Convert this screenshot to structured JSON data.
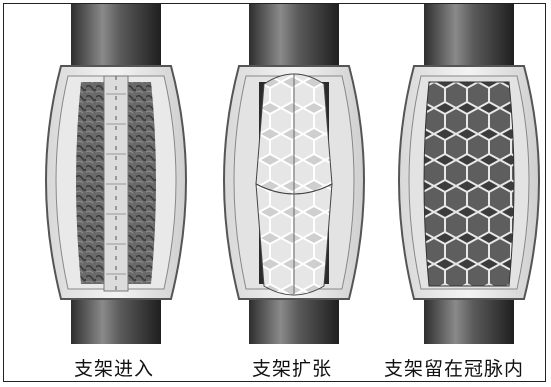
{
  "figure": {
    "panels": [
      {
        "id": "advance",
        "caption": "支架进入"
      },
      {
        "id": "expand",
        "caption": "支架扩张"
      },
      {
        "id": "deployed",
        "caption": "支架留在冠脉内"
      }
    ]
  }
}
